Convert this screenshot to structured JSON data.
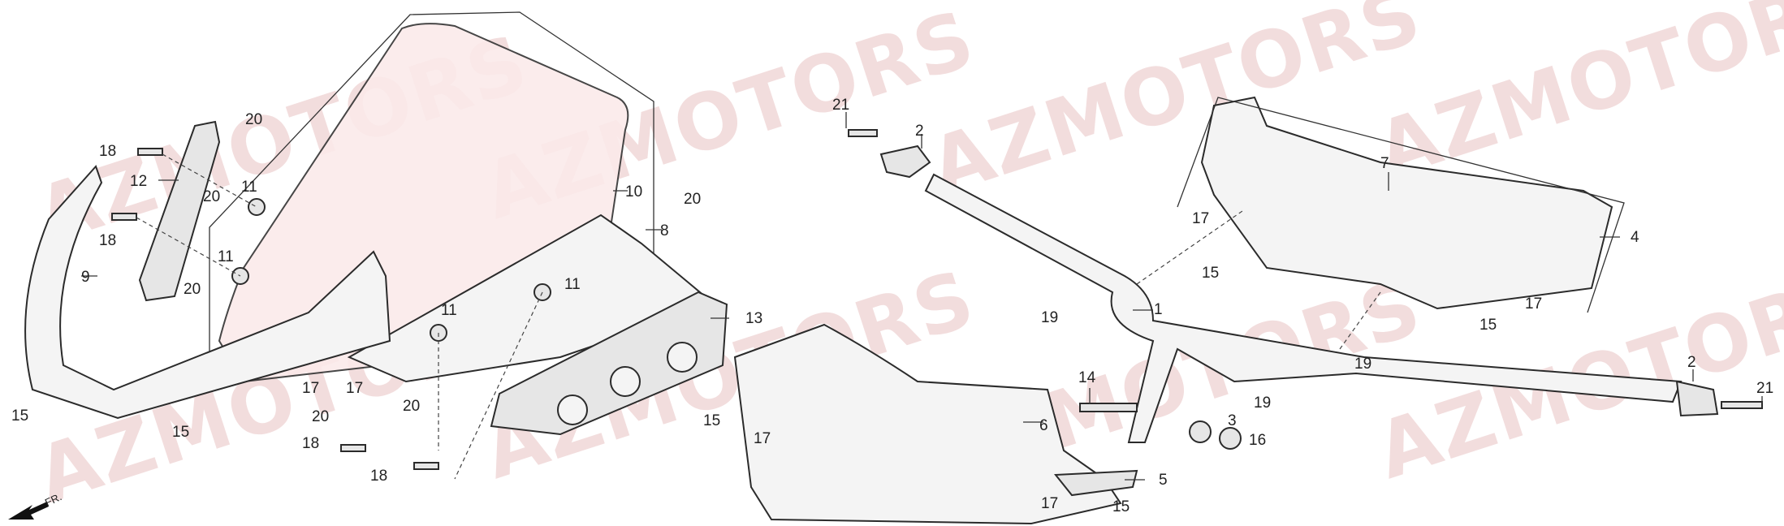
{
  "watermark": "AZMOTORS",
  "direction": "FR.",
  "labels": {
    "p1": "1",
    "p2a": "2",
    "p2b": "2",
    "p3": "3",
    "p4": "4",
    "p5": "5",
    "p6": "6",
    "p7": "7",
    "p8": "8",
    "p9": "9",
    "p10": "10",
    "p11a": "11",
    "p11b": "11",
    "p11c": "11",
    "p11d": "11",
    "p12": "12",
    "p13": "13",
    "p14": "14",
    "p15a": "15",
    "p15b": "15",
    "p15c": "15",
    "p15d": "15",
    "p15e": "15",
    "p15f": "15",
    "p16": "16",
    "p17a": "17",
    "p17b": "17",
    "p17c": "17",
    "p17d": "17",
    "p17e": "17",
    "p17f": "17",
    "p18a": "18",
    "p18b": "18",
    "p18c": "18",
    "p18d": "18",
    "p19a": "19",
    "p19b": "19",
    "p19c": "19",
    "p20a": "20",
    "p20b": "20",
    "p20c": "20",
    "p20d": "20",
    "p20e": "20",
    "p20f": "20",
    "p21a": "21",
    "p21b": "21"
  }
}
